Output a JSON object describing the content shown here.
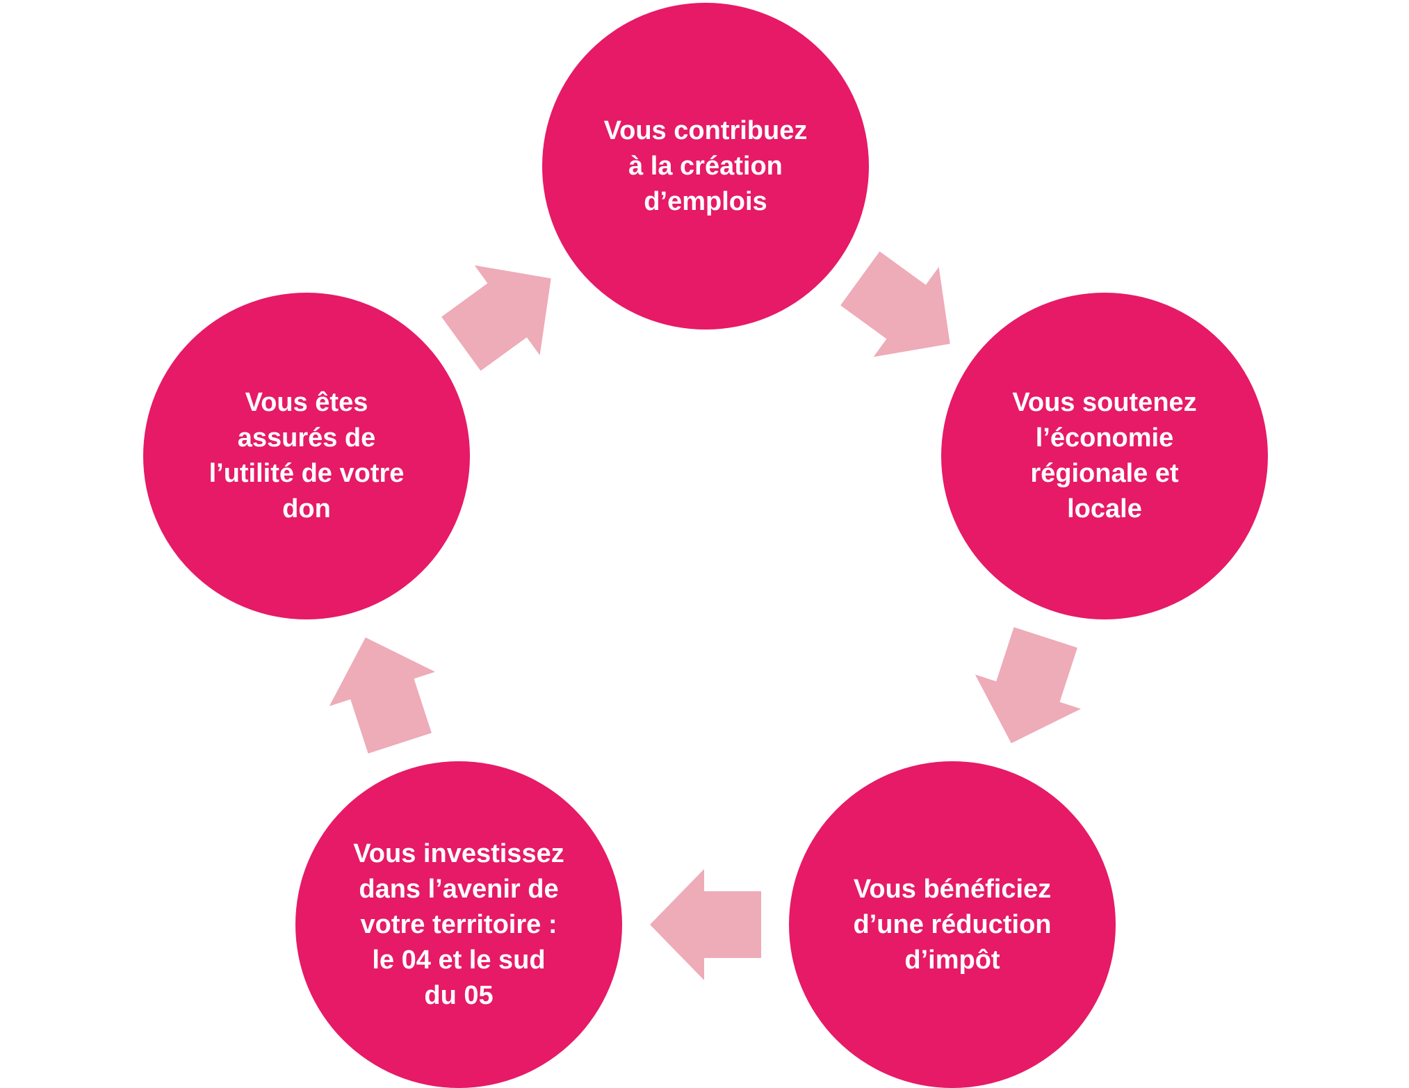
{
  "colors": {
    "node_fill": "#e61a66",
    "arrow_fill": "#eeabb8",
    "label_text": "#ffffff",
    "background": "#ffffff"
  },
  "cycle": {
    "nodes": [
      {
        "label": "Vous contribuez\nà la création\nd’emplois"
      },
      {
        "label": "Vous soutenez\nl’économie\nrégionale et\nlocale"
      },
      {
        "label": "Vous bénéficiez\nd’une réduction\nd’impôt"
      },
      {
        "label": "Vous investissez\ndans l’avenir de\nvotre territoire :\nle 04 et le sud\ndu 05"
      },
      {
        "label": "Vous êtes\nassurés de\nl’utilité de votre\ndon"
      }
    ],
    "arrows": [
      {
        "from": 0,
        "to": 1
      },
      {
        "from": 1,
        "to": 2
      },
      {
        "from": 2,
        "to": 3
      },
      {
        "from": 3,
        "to": 4
      },
      {
        "from": 4,
        "to": 0
      }
    ]
  }
}
